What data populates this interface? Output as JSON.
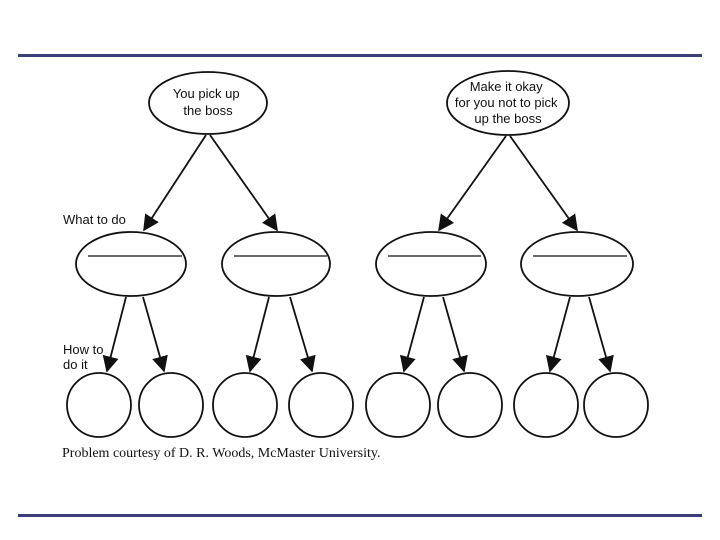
{
  "root_left": {
    "lines": [
      "You pick up",
      "the boss"
    ]
  },
  "root_right": {
    "lines": [
      "Make it okay",
      "for you not to pick",
      "up the boss"
    ]
  },
  "labels": {
    "what_to_do": "What to do",
    "how_to_do_it_line1": "How to",
    "how_to_do_it_line2": "do it"
  },
  "credit": "Problem courtesy of D. R. Woods, McMaster University.",
  "colors": {
    "rule": "#3a3f7a",
    "stroke": "#111111"
  }
}
